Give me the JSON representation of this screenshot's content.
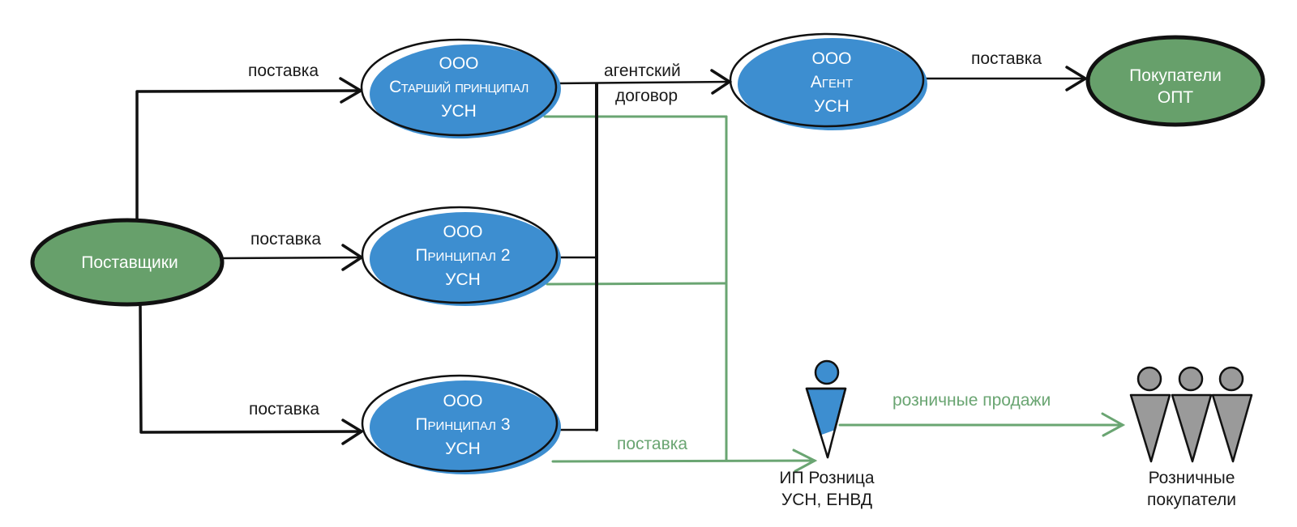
{
  "colors": {
    "blue_fill": "#3d8ed0",
    "green_fill": "#67a06b",
    "retail_line": "#6aa572",
    "outline": "#111111",
    "person_gray": "#9a9a9a"
  },
  "nodes": {
    "suppliers": {
      "label": "Поставщики"
    },
    "senior_principal": {
      "line1": "ООО",
      "line2": "Старший принципал",
      "line3": "УСН"
    },
    "principal2": {
      "line1": "ООО",
      "line2": "Принципал 2",
      "line3": "УСН"
    },
    "principal3": {
      "line1": "ООО",
      "line2": "Принципал 3",
      "line3": "УСН"
    },
    "agent": {
      "line1": "ООО",
      "line2": "Агент",
      "line3": "УСН"
    },
    "wholesale_buyers": {
      "line1": "Покупатели",
      "line2": "ОПТ"
    },
    "ip_retail": {
      "line1": "ИП Розница",
      "line2": "УСН, ЕНВД"
    },
    "retail_buyers": {
      "line1": "Розничные",
      "line2": "покупатели"
    }
  },
  "edges": {
    "supply_to_senior": "поставка",
    "supply_to_p2": "поставка",
    "supply_to_p3": "поставка",
    "agency_contract_line1": "агентский",
    "agency_contract_line2": "договор",
    "agent_to_wholesale": "поставка",
    "supply_to_ip": "поставка",
    "retail_sales": "розничные продажи"
  }
}
